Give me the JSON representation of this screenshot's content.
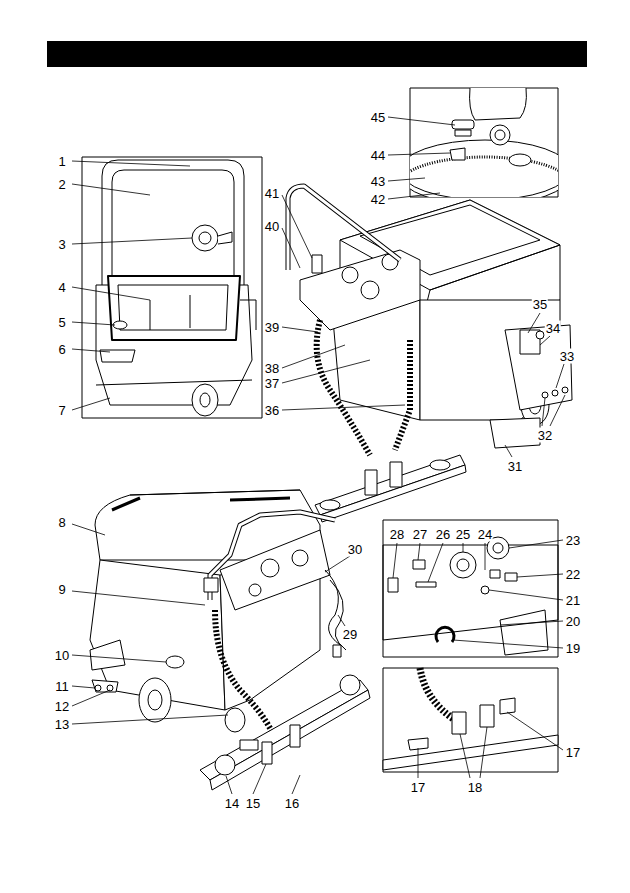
{
  "diagram": {
    "labels": [
      "1",
      "2",
      "3",
      "4",
      "5",
      "6",
      "7",
      "8",
      "9",
      "10",
      "11",
      "12",
      "13",
      "14",
      "15",
      "16",
      "17",
      "17",
      "18",
      "19",
      "20",
      "21",
      "22",
      "23",
      "24",
      "25",
      "26",
      "27",
      "28",
      "29",
      "30",
      "31",
      "32",
      "33",
      "34",
      "35",
      "36",
      "37",
      "38",
      "39",
      "40",
      "41",
      "42",
      "43",
      "44",
      "45"
    ]
  }
}
